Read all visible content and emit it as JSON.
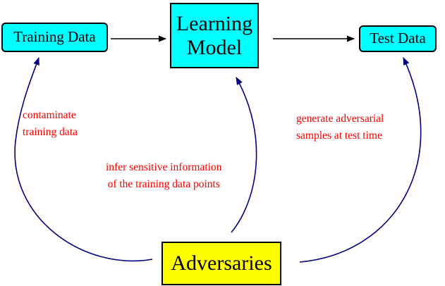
{
  "colors": {
    "box_fill": "#00ffff",
    "adversaries_fill": "#ffff00",
    "annotation_text": "#ff0000",
    "attack_arrow": "#000080",
    "flow_arrow": "#000000"
  },
  "nodes": {
    "training_data": "Training Data",
    "learning_model": [
      "Learning",
      "Model"
    ],
    "test_data": "Test Data",
    "adversaries": "Adversaries"
  },
  "annotations": {
    "contaminate": [
      "contaminate",
      "training data"
    ],
    "infer": [
      "infer sensitive information",
      "of the training data points"
    ],
    "generate": [
      "generate adversarial",
      "samples at test time"
    ]
  }
}
